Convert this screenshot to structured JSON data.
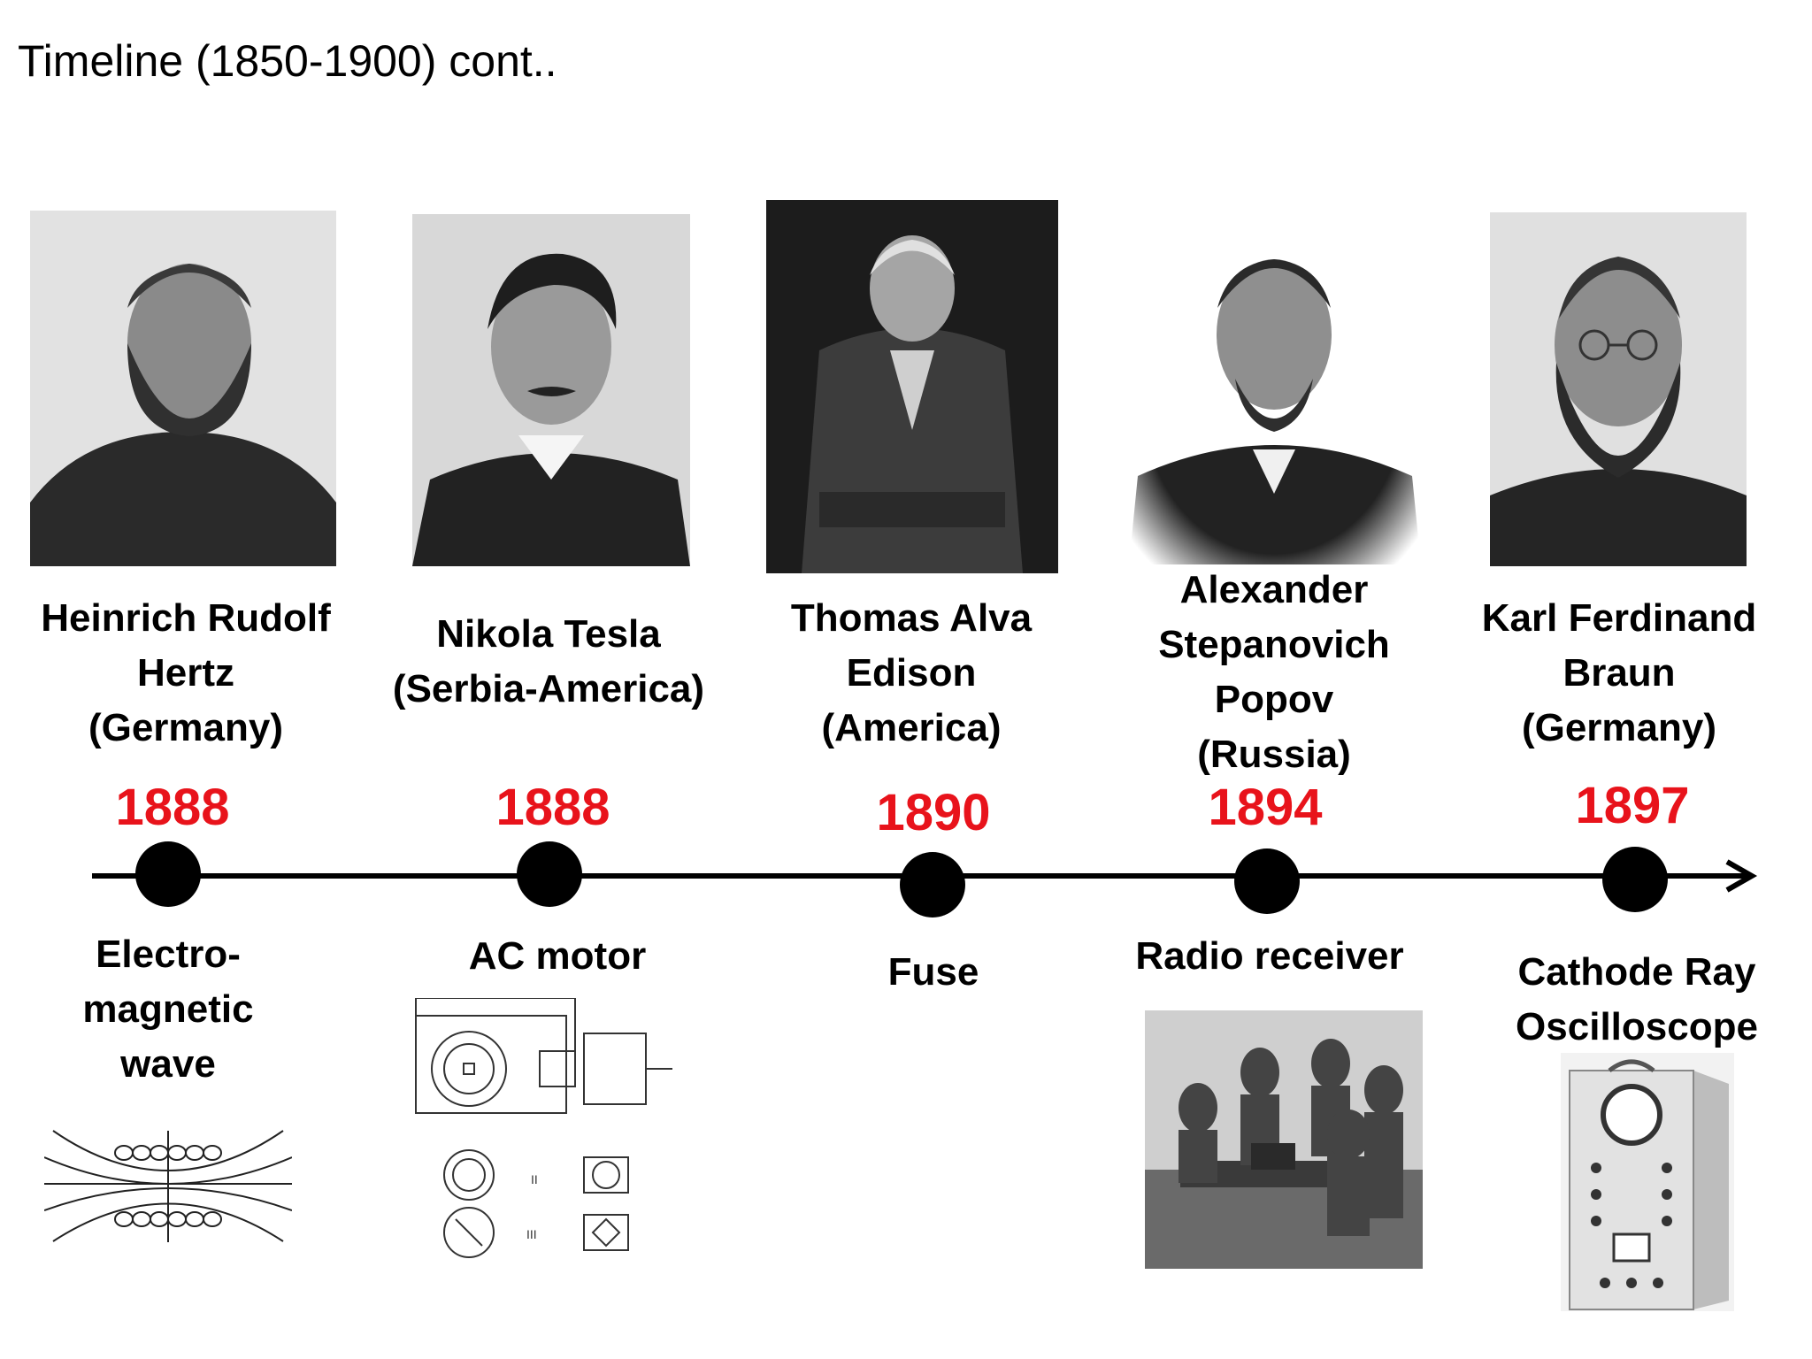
{
  "slide": {
    "title": "Timeline (1850-1900) cont.."
  },
  "entries": [
    {
      "name": "Heinrich Rudolf\nHertz\n(Germany)",
      "year": "1888",
      "invention": "Electro-\nmagnetic\nwave",
      "portrait_icon": "bearded-man-portrait"
    },
    {
      "name": "Nikola Tesla\n(Serbia-America)",
      "year": "1888",
      "invention": "AC motor",
      "portrait_icon": "mustached-man-portrait"
    },
    {
      "name": "Thomas Alva\nEdison\n(America)",
      "year": "1890",
      "invention": "Fuse",
      "portrait_icon": "seated-man-portrait"
    },
    {
      "name": "Alexander\nStepanovich\nPopov\n(Russia)",
      "year": "1894",
      "invention": "Radio receiver",
      "portrait_icon": "goateed-man-portrait"
    },
    {
      "name": "Karl Ferdinand\nBraun\n(Germany)",
      "year": "1897",
      "invention": "Cathode Ray\nOscilloscope",
      "portrait_icon": "bearded-man-glasses-portrait"
    }
  ],
  "colors": {
    "year": "#e8131b",
    "line": "#000000"
  }
}
